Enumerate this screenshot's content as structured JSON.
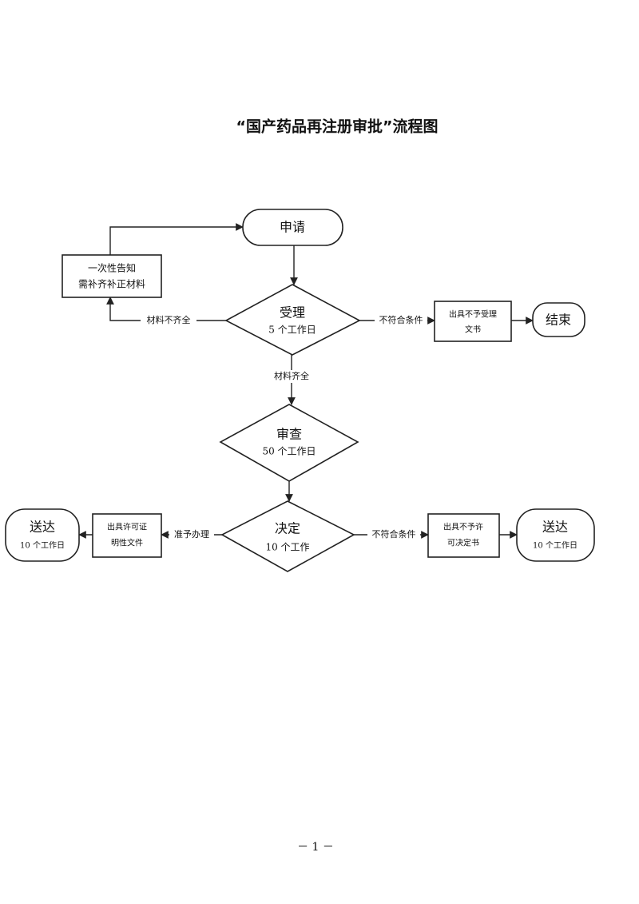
{
  "title": "“国产药品再注册审批”流程图",
  "nodes": {
    "apply": "申请",
    "notify": [
      "一次性告知",
      "需补齐补正材料"
    ],
    "accept": [
      "受理",
      "5 个工作日"
    ],
    "reject_doc": [
      "出具不予受理",
      "文书"
    ],
    "end": "结束",
    "review": [
      "审查",
      "50 个工作日"
    ],
    "decide": [
      "决定",
      "10 个工作"
    ],
    "permit_doc": [
      "出具许可证",
      "明性文件"
    ],
    "deny_doc": [
      "出具不予许",
      "可决定书"
    ],
    "deliver_left": [
      "送达",
      "10 个工作日"
    ],
    "deliver_right": [
      "送达",
      "10 个工作日"
    ]
  },
  "edges": {
    "incomplete": "材料不齐全",
    "complete": "材料齐全",
    "not_qualified_1": "不符合条件",
    "approve": "准予办理",
    "not_qualified_2": "不符合条件"
  },
  "page_number": "－ 1 －"
}
